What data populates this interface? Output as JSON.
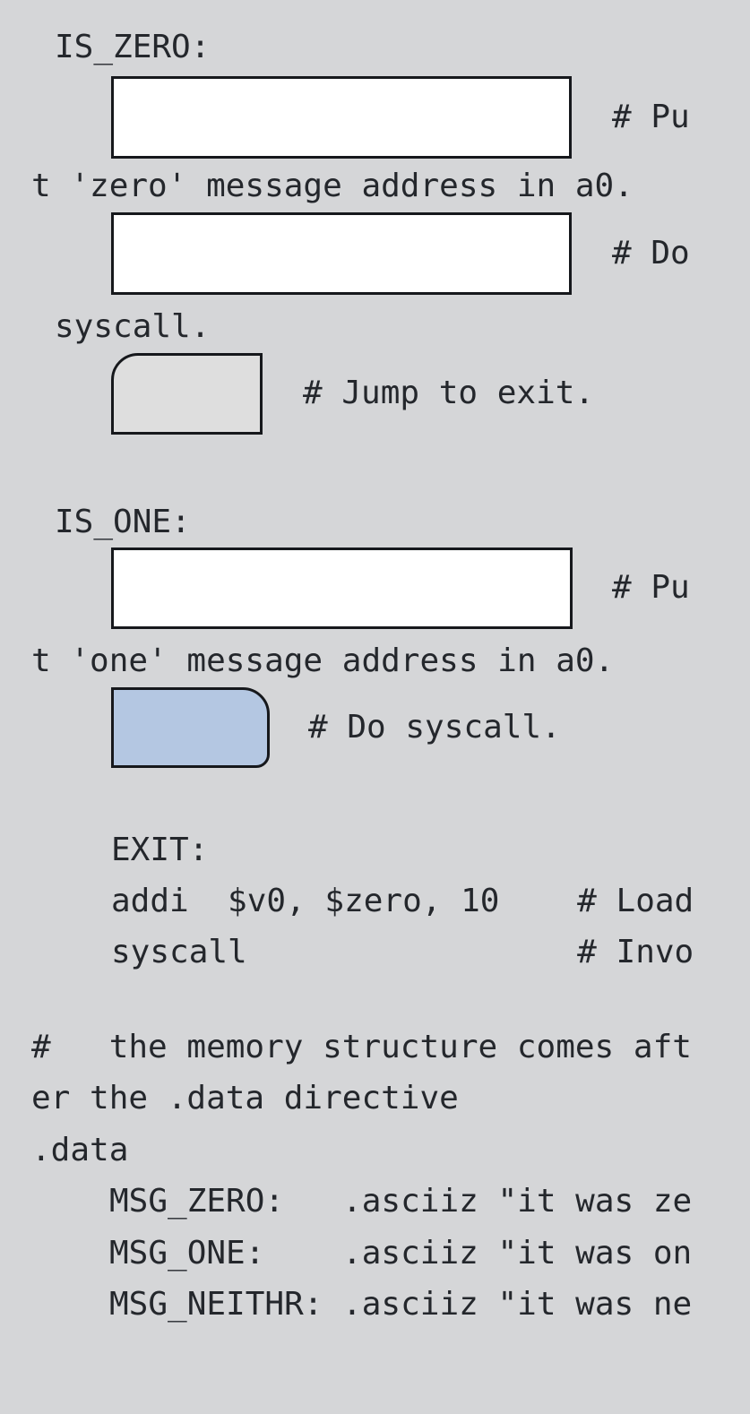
{
  "colors": {
    "background": "#d5d6d8",
    "text": "#24272c",
    "border": "#16181c",
    "blank_fill": "#ffffff",
    "tile_gray_fill": "#dedede",
    "tile_blue_fill": "#b4c7e2"
  },
  "exercise": {
    "section_is_zero": {
      "label": "IS_ZERO:",
      "blank1_comment_start": "# Pu",
      "blank1_comment_wrap": "t 'zero' message address in a0.",
      "blank2_comment_start": "# Do",
      "blank2_comment_wrap": "syscall.",
      "tile_comment": "# Jump to exit."
    },
    "section_is_one": {
      "label": "IS_ONE:",
      "blank1_comment_start": "# Pu",
      "blank1_comment_wrap": "t 'one' message address in a0.",
      "tile_comment": "# Do syscall."
    },
    "section_exit": {
      "label": "EXIT:",
      "line1": "addi  $v0, $zero, 10    # Load",
      "line2": "syscall                 # Invo"
    },
    "section_data": {
      "comment_wrap_line1": "#   the memory structure comes aft",
      "comment_wrap_line2": "er the .data directive",
      "directive": ".data",
      "msg_lines": [
        "MSG_ZERO:   .asciiz \"it was ze",
        "MSG_ONE:    .asciiz \"it was on",
        "MSG_NEITHR: .asciiz \"it was ne"
      ]
    }
  }
}
